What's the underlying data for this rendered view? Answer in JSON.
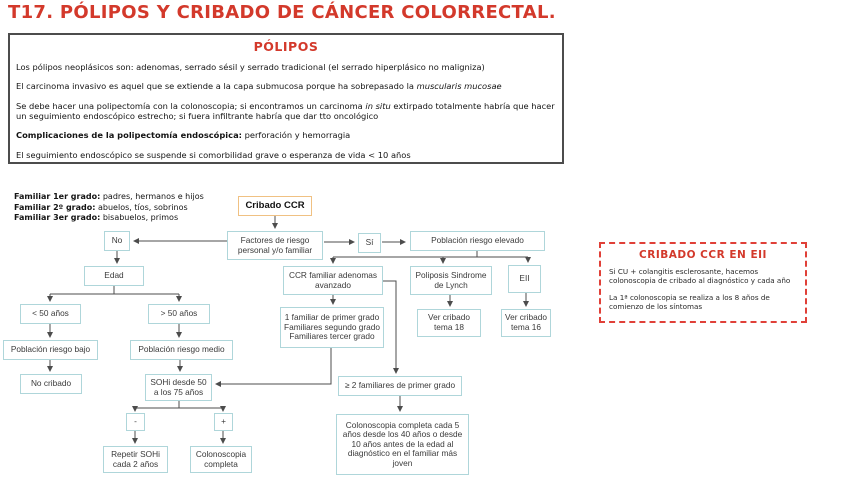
{
  "title": "T17. PÓLIPOS Y CRIBADO DE CÁNCER COLORRECTAL.",
  "polipos_box": {
    "heading": "PÓLIPOS",
    "p1": "Los pólipos neoplásicos son: adenomas, serrado sésil y serrado tradicional (el serrado hiperplásico no maligniza)",
    "p2_pre": "El carcinoma invasivo es aquel que se extiende a la capa submucosa porque ha sobrepasado la ",
    "p2_italic": "muscularis mucosae",
    "p3_pre": "Se debe hacer una polipectomía con la colonoscopia; si encontramos un carcinoma ",
    "p3_italic": "in situ",
    "p3_post": " extirpado totalmente habría que hacer un seguimiento endoscópico estrecho; si fuera infiltrante habría que dar tto oncológico",
    "p4_bold": "Complicaciones de la polipectomía endoscópica:",
    "p4_rest": " perforación y hemorragia",
    "p5": "El seguimiento endoscópico se suspende si comorbilidad grave o esperanza de vida < 10 años"
  },
  "legend": {
    "l1_bold": "Familiar 1er grado:",
    "l1_rest": " padres, hermanos e hijos",
    "l2_bold": "Familiar 2º grado:",
    "l2_rest": " abuelos, tíos, sobrinos",
    "l3_bold": "Familiar 3er grado:",
    "l3_rest": " bisabuelos, primos"
  },
  "flowchart": {
    "nodes": {
      "cribado_ccr": "Cribado CCR",
      "factores": "Factores de riesgo personal y/o familiar",
      "no": "No",
      "si": "Sí",
      "riesgo_elevado": "Población riesgo elevado",
      "edad": "Edad",
      "ccr_familiar": "CCR familiar adenomas avanzado",
      "poliposis": "Poliposis Sindrome de Lynch",
      "eii": "EII",
      "menor50": "< 50 años",
      "mayor50": "> 50 años",
      "fam_grados": [
        "1 familiar de primer grado",
        "Familiares segundo grado",
        "Familiares tercer grado"
      ],
      "ver_tema18": "Ver cribado tema 18",
      "ver_tema16": "Ver cribado tema 16",
      "riesgo_bajo": "Población riesgo bajo",
      "riesgo_medio": "Población riesgo medio",
      "no_cribado": "No cribado",
      "sohi": "SOHi desde 50 a los 75 años",
      "ge2_familiares": "≥ 2 familiares de primer grado",
      "minus": "-",
      "plus": "+",
      "repetir_sohi": "Repetir SOHi cada 2 años",
      "colonoscopia_completa": "Colonoscopia completa",
      "colonoscopia_detalle": "Colonoscopia completa cada 5 años desde los 40 años o desde 10 años antes de la edad al diagnóstico en el familiar más joven"
    }
  },
  "eii_note": {
    "title": "CRIBADO CCR EN EII",
    "p1_lines": [
      "Si CU + colangitis esclerosante, hacemos",
      "colonoscopia de cribado al diagnóstico y cada año"
    ],
    "p2_lines": [
      "La 1ª colonoscopia se realiza a los 8 años de",
      "comienzo de los síntomas"
    ]
  },
  "colors": {
    "accent_red": "#d3392b",
    "node_border_teal": "#afd6da",
    "start_node_border_orange": "#f0c183",
    "arrow_gray": "#4c4c4c"
  }
}
